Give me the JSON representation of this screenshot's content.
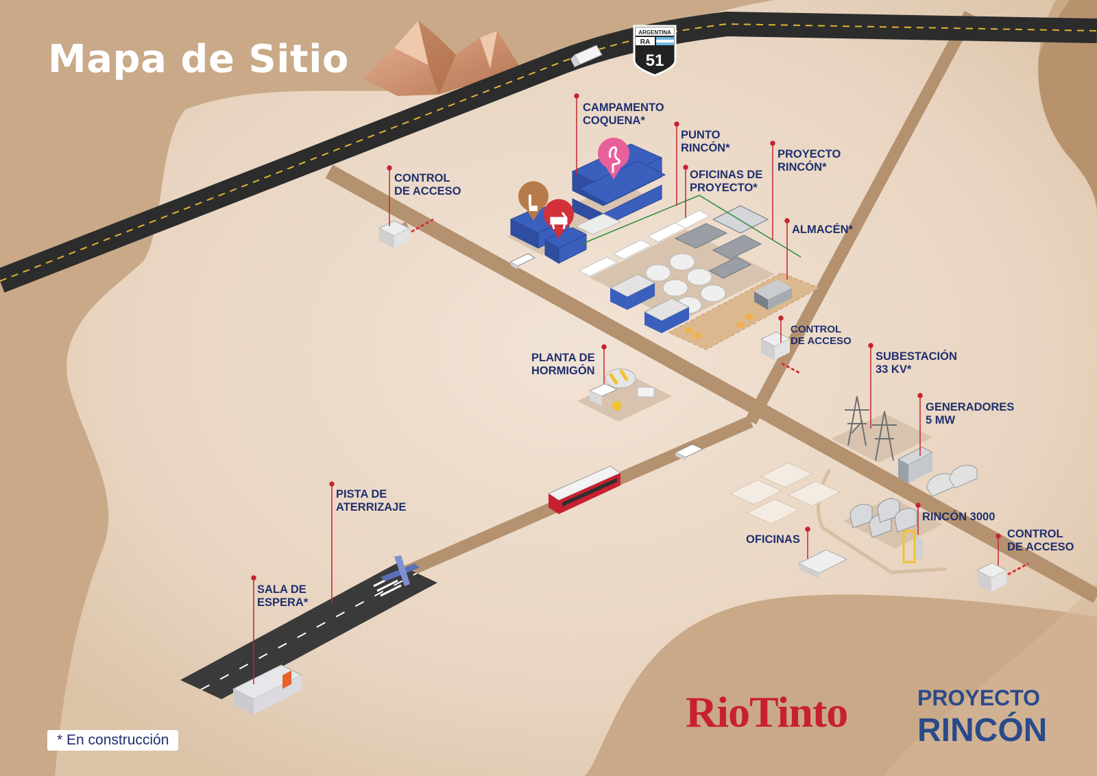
{
  "title": "Mapa de Sitio",
  "route_shield": {
    "country": "ARGENTINA",
    "prefix": "RA",
    "number": "51"
  },
  "labels": {
    "campamento": "CAMPAMENTO\nCOQUENA*",
    "punto": "PUNTO\nRINCÓN*",
    "oficinas_proyecto": "OFICINAS DE\nPROYECTO*",
    "proyecto": "PROYECTO\nRINCÓN*",
    "almacen": "ALMACÉN*",
    "control_1": "CONTROL\nDE ACCESO",
    "control_2": "CONTROL\nDE ACCESO",
    "control_3": "CONTROL\nDE ACCESO",
    "planta": "PLANTA DE\nHORMIGÓN",
    "subestacion": "SUBESTACIÓN\n33 KV*",
    "generadores": "GENERADORES\n5 MW",
    "pista": "PISTA DE\nATERRIZAJE",
    "sala": "SALA DE\nESPERA*",
    "oficinas": "OFICINAS",
    "rincon3000": "RINCÓN 3000"
  },
  "footnote": "* En construcción",
  "brand": {
    "company": "RioTinto",
    "project_line1": "PROYECTO",
    "project_line2": "RINCÓN"
  },
  "icons": [
    "llama-icon",
    "vicuna-icon",
    "flamingo-icon",
    "truck-icon",
    "bus-icon",
    "airplane-icon",
    "pickup-icon",
    "power-tower-icon",
    "mountain-icon",
    "cement-mixer-icon"
  ],
  "colors": {
    "ground": "#c9a987",
    "plateau": "#ead8c6",
    "road": "#b4916f",
    "highway": "#2c2c2c",
    "pin": "#c62230",
    "label": "#1f2f6e",
    "brand_red": "#c8202e",
    "brand_blue": "#2a4a8a",
    "building_blue": "#3b5fbd"
  }
}
